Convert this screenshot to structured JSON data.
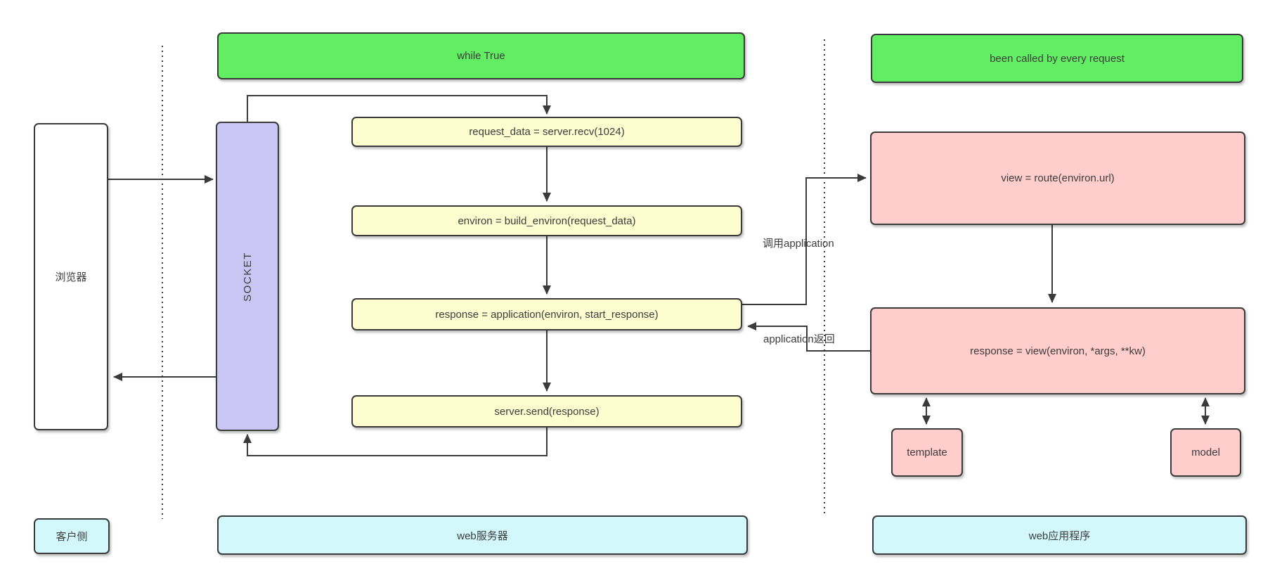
{
  "nodes": {
    "browser": {
      "label": "浏览器"
    },
    "socket": {
      "label": "SOCKET"
    },
    "while_loop": {
      "label": "while True"
    },
    "recv": {
      "label": "request_data = server.recv(1024)"
    },
    "build_environ": {
      "label": "environ = build_environ(request_data)"
    },
    "call_application": {
      "label": "response = application(environ, start_response)"
    },
    "send": {
      "label": "server.send(response)"
    },
    "been_called": {
      "label": "been called by every request"
    },
    "route": {
      "label": "view = route(environ.url)"
    },
    "view_call": {
      "label": "response = view(environ, *args, **kw)"
    },
    "template": {
      "label": "template"
    },
    "model": {
      "label": "model"
    }
  },
  "edge_labels": {
    "call_app": "调用application",
    "app_return": "application返回"
  },
  "lanes": {
    "client": {
      "label": "客户侧"
    },
    "web_server": {
      "label": "web服务器"
    },
    "web_app": {
      "label": "web应用程序"
    }
  },
  "colors": {
    "green": "#62ee62",
    "yellow": "#fdfdd0",
    "lavender": "#c9c6f3",
    "pink": "#fecdcc",
    "cyan": "#d2f8fc",
    "line": "#3a3a3a",
    "text": "#3d3d3d"
  }
}
